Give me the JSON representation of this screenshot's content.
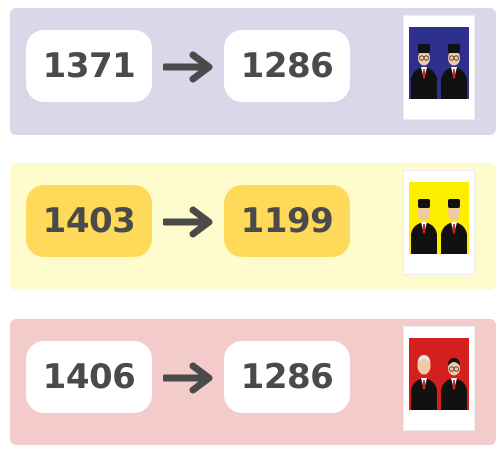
{
  "colors": {
    "row_backgrounds": [
      "#d8d8ea",
      "#fefbcc",
      "#f4cbcb"
    ],
    "pill_backgrounds": [
      "#ffffff",
      "#fed95a",
      "#ffffff"
    ],
    "photo_backgrounds": [
      "#2f2f8e",
      "#fdee00",
      "#d41f1f"
    ],
    "text": "#4a4a4a",
    "arrow": "#4a4a4a"
  },
  "rows": [
    {
      "from": "1371",
      "to": "1286",
      "photo_icon": "two-candidates-portrait-icon"
    },
    {
      "from": "1403",
      "to": "1199",
      "photo_icon": "two-candidates-portrait-icon"
    },
    {
      "from": "1406",
      "to": "1286",
      "photo_icon": "two-candidates-portrait-icon"
    }
  ]
}
